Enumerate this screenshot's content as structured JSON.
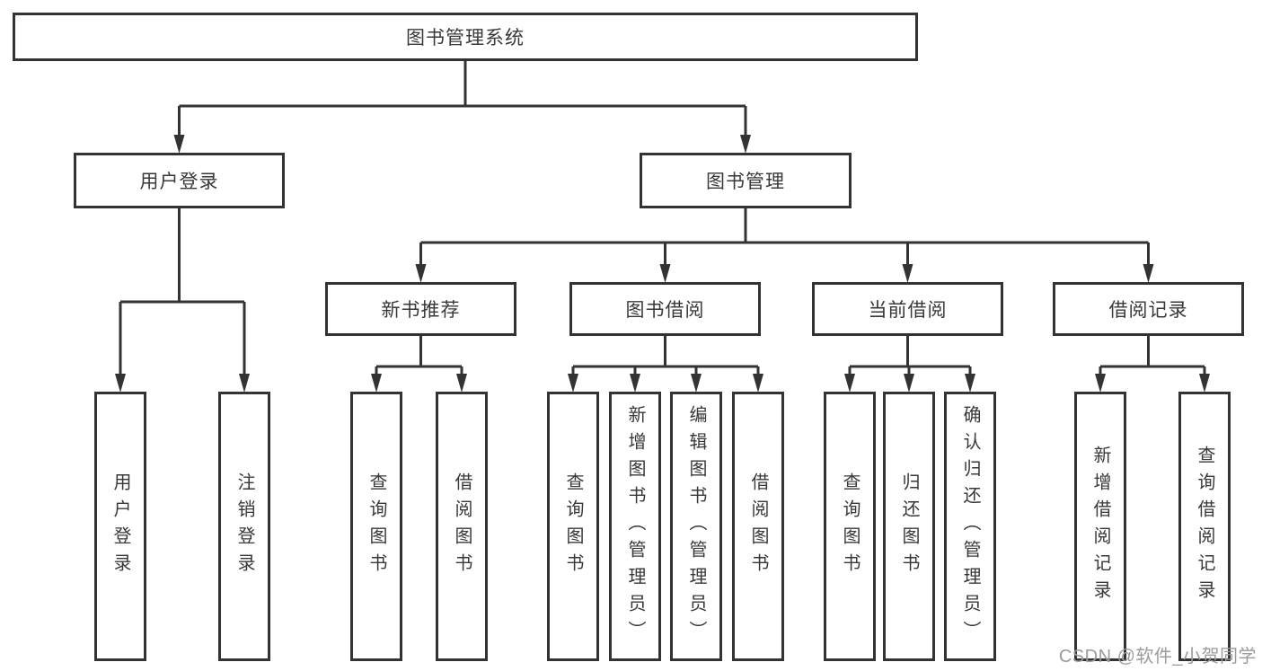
{
  "title": {
    "label": "图书管理系统"
  },
  "level2": [
    {
      "label": "用户登录"
    },
    {
      "label": "图书管理"
    }
  ],
  "level3": [
    {
      "label": "新书推荐"
    },
    {
      "label": "图书借阅"
    },
    {
      "label": "当前借阅"
    },
    {
      "label": "借阅记录"
    }
  ],
  "leaves": {
    "user_login": [
      "用户登录",
      "注销登录"
    ],
    "new_book": [
      "查询图书",
      "借阅图书"
    ],
    "book_borrow": [
      "查询图书",
      "新增图书（管理员）",
      "编辑图书（管理员）",
      "借阅图书"
    ],
    "current_borrow": [
      "查询图书",
      "归还图书",
      "确认归还（管理员）"
    ],
    "borrow_records": [
      "新增借阅记录",
      "查询借阅记录"
    ]
  },
  "watermark": {
    "label": "CSDN @软件_小贺同学"
  },
  "colors": {
    "line": "#333333",
    "text": "#383838",
    "watermark": "#9b9b9b",
    "background": "#ffffff"
  }
}
